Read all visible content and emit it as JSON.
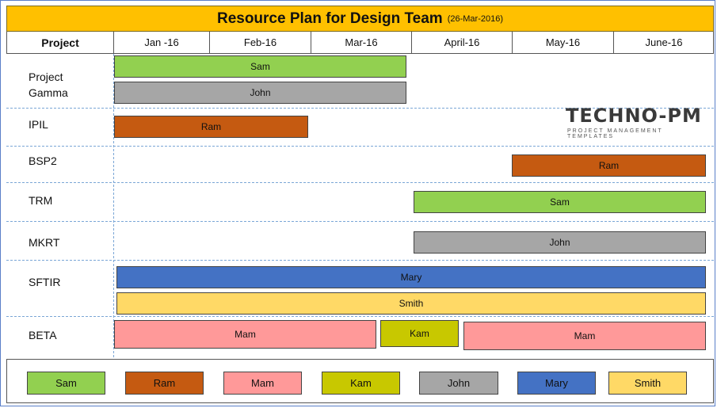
{
  "title": "Resource Plan for Design Team",
  "title_date": "(26-Mar-2016)",
  "header": {
    "project": "Project",
    "months": [
      "Jan -16",
      "Feb-16",
      "Mar-16",
      "April-16",
      "May-16",
      "June-16"
    ]
  },
  "rows": [
    {
      "label_line1": "Project",
      "label_line2": "Gamma",
      "bars": [
        "Sam",
        "John"
      ]
    },
    {
      "label": "IPIL",
      "bars": [
        "Ram"
      ]
    },
    {
      "label": "BSP2",
      "bars": [
        "Ram"
      ]
    },
    {
      "label": "TRM",
      "bars": [
        "Sam"
      ]
    },
    {
      "label": "MKRT",
      "bars": [
        "John"
      ]
    },
    {
      "label": "SFTIR",
      "bars": [
        "Mary",
        "Smith"
      ]
    },
    {
      "label": "BETA",
      "bars": [
        "Mam",
        "Kam",
        "Mam"
      ]
    }
  ],
  "logo": {
    "name": "TECHNO-PM",
    "tagline": "PROJECT MANAGEMENT TEMPLATES"
  },
  "legend": [
    "Sam",
    "Ram",
    "Mam",
    "Kam",
    "John",
    "Mary",
    "Smith"
  ],
  "colors": {
    "Sam": "#92d050",
    "Ram": "#c55a11",
    "Mam": "#ff9999",
    "Kam": "#c8c800",
    "John": "#a6a6a6",
    "Mary": "#4472c4",
    "Smith": "#ffd966",
    "title_bar": "#ffc000",
    "grid_lines": "#7aa6d6"
  }
}
